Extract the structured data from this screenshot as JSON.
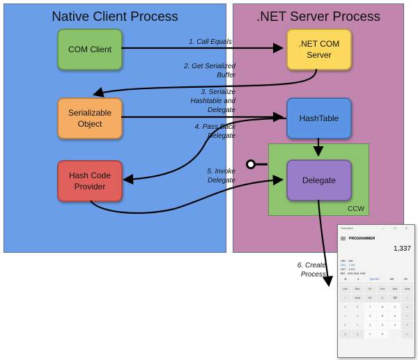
{
  "regions": {
    "native": {
      "title": "Native Client Process",
      "color": "#6b9ee8"
    },
    "server": {
      "title": ".NET Server Process",
      "color": "#c285ad"
    },
    "ccw": {
      "label": "CCW",
      "color": "#8ec46f"
    }
  },
  "nodes": {
    "com_client": {
      "label": "COM Client",
      "color": "#8ac26a"
    },
    "net_com_server": {
      "label": ".NET COM\nServer",
      "color": "#fcd95c"
    },
    "serializable_object": {
      "label": "Serializable\nObject",
      "color": "#f5ad64"
    },
    "hashtable": {
      "label": "HashTable",
      "color": "#5b95e4"
    },
    "hash_code_provider": {
      "label": "Hash Code\nProvider",
      "color": "#e0605b"
    },
    "delegate": {
      "label": "Delegate",
      "color": "#9a7dc9"
    }
  },
  "steps": {
    "s1": "1. Call Equals",
    "s2": "2. Get Serialized\nBuffer",
    "s3": "3. Serialize\nHashtable and\nDelegate",
    "s4": "4. Pass Back\nDelegate",
    "s5": "5. Invoke\nDelegate",
    "s6": "6. Create\nProcess"
  },
  "calculator": {
    "app_title": "Calculator",
    "window_controls": "— ☐ ✕",
    "menu_icon": "hamburger-icon",
    "mode": "PROGRAMMER",
    "display": "1,337",
    "bases": [
      {
        "name": "HEX",
        "value": "539",
        "highlight": false
      },
      {
        "name": "DEC",
        "value": "1,337",
        "highlight": true
      },
      {
        "name": "OCT",
        "value": "2 471",
        "highlight": false
      },
      {
        "name": "BIN",
        "value": "0101 0011 1001",
        "highlight": false
      }
    ],
    "tabs": [
      {
        "label": "⊞",
        "active": false
      },
      {
        "label": "⊙",
        "active": false
      },
      {
        "label": "QWORD",
        "active": true
      },
      {
        "label": "MS",
        "active": false
      },
      {
        "label": "M˅",
        "active": false
      }
    ],
    "keys": [
      {
        "label": "Lsh",
        "kind": "op"
      },
      {
        "label": "Rsh",
        "kind": "op"
      },
      {
        "label": "Or",
        "kind": "op"
      },
      {
        "label": "Xor",
        "kind": "op"
      },
      {
        "label": "Not",
        "kind": "op"
      },
      {
        "label": "And",
        "kind": "op"
      },
      {
        "label": "↑",
        "kind": "op"
      },
      {
        "label": "Mod",
        "kind": "op"
      },
      {
        "label": "CE",
        "kind": "op"
      },
      {
        "label": "C",
        "kind": "op"
      },
      {
        "label": "⌫",
        "kind": "op"
      },
      {
        "label": "÷",
        "kind": "op"
      },
      {
        "label": "A",
        "kind": "fn"
      },
      {
        "label": "B",
        "kind": "fn"
      },
      {
        "label": "7",
        "kind": "num"
      },
      {
        "label": "8",
        "kind": "num"
      },
      {
        "label": "9",
        "kind": "num"
      },
      {
        "label": "×",
        "kind": "op"
      },
      {
        "label": "C",
        "kind": "fn"
      },
      {
        "label": "D",
        "kind": "fn"
      },
      {
        "label": "4",
        "kind": "num"
      },
      {
        "label": "5",
        "kind": "num"
      },
      {
        "label": "6",
        "kind": "num"
      },
      {
        "label": "−",
        "kind": "op"
      },
      {
        "label": "E",
        "kind": "fn"
      },
      {
        "label": "F",
        "kind": "fn"
      },
      {
        "label": "1",
        "kind": "num"
      },
      {
        "label": "2",
        "kind": "num"
      },
      {
        "label": "3",
        "kind": "num"
      },
      {
        "label": "+",
        "kind": "op"
      },
      {
        "label": "(",
        "kind": "op"
      },
      {
        "label": ")",
        "kind": "op"
      },
      {
        "label": "±",
        "kind": "num"
      },
      {
        "label": "0",
        "kind": "num"
      },
      {
        "label": ".",
        "kind": "fn"
      },
      {
        "label": "=",
        "kind": "op"
      }
    ]
  }
}
